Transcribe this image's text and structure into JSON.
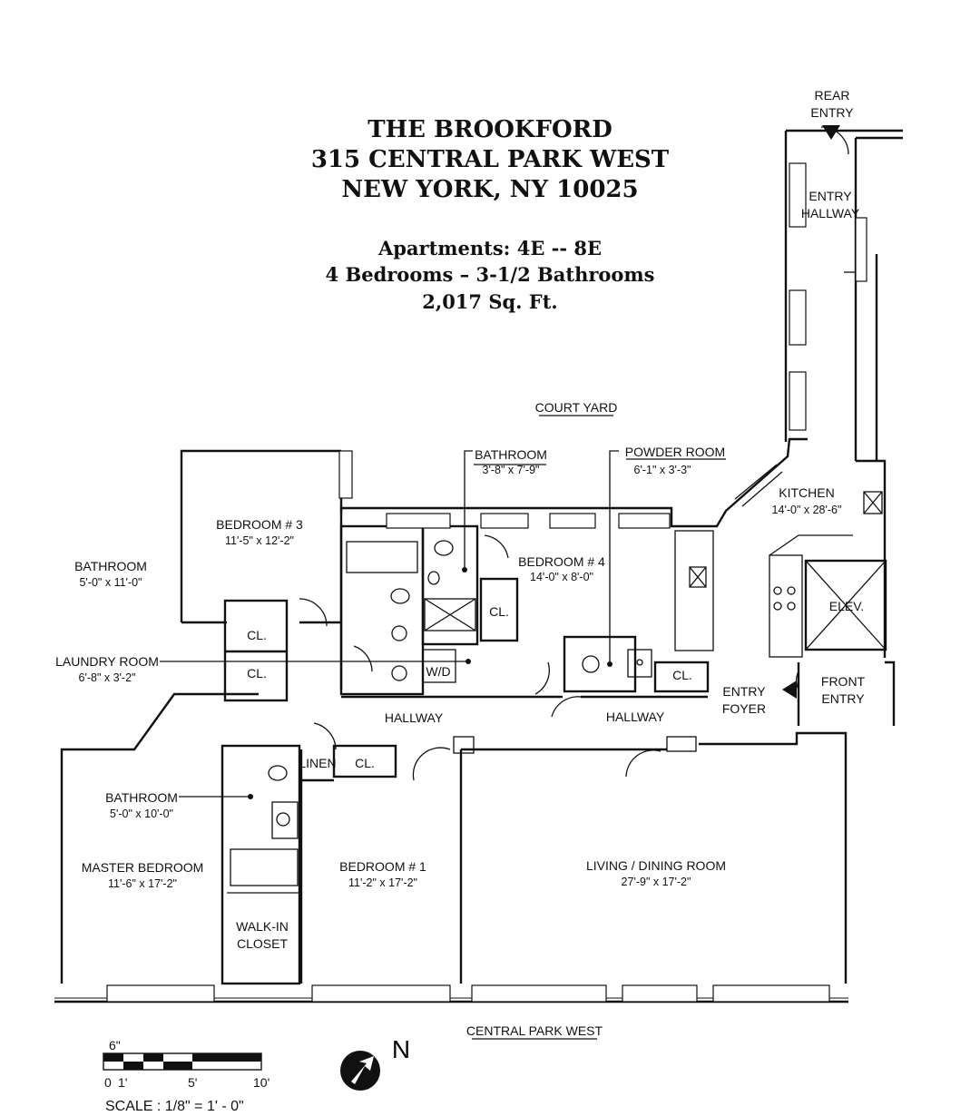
{
  "header": {
    "building_name": "THE BROOKFORD",
    "address_line1": "315 CENTRAL PARK WEST",
    "address_line2": "NEW YORK, NY 10025",
    "apartments": "Apartments: 4E -- 8E",
    "bed_bath": "4 Bedrooms – 3-1/2 Bathrooms",
    "area": "2,017 Sq. Ft."
  },
  "rooms": {
    "bedroom3": {
      "name": "BEDROOM # 3",
      "dims": "11'-5\" x 12'-2\""
    },
    "bathroom_left": {
      "name": "BATHROOM",
      "dims": "5'-0\" x 11'-0\""
    },
    "laundry": {
      "name": "LAUNDRY ROOM",
      "dims": "6'-8\" x 3'-2\""
    },
    "bathroom_center": {
      "name": "BATHROOM",
      "dims": "3'-8\" x 7'-9\""
    },
    "powder": {
      "name": "POWDER ROOM",
      "dims": "6'-1\" x 3'-3\""
    },
    "bedroom4": {
      "name": "BEDROOM # 4",
      "dims": "14'-0\" x 8'-0\""
    },
    "kitchen": {
      "name": "KITCHEN",
      "dims": "14'-0\" x 28'-6\""
    },
    "bathroom_master": {
      "name": "BATHROOM",
      "dims": "5'-0\" x 10'-0\""
    },
    "master": {
      "name": "MASTER BEDROOM",
      "dims": "11'-6\" x 17'-2\""
    },
    "bedroom1": {
      "name": "BEDROOM # 1",
      "dims": "11'-2\" x 17'-2\""
    },
    "living": {
      "name": "LIVING / DINING ROOM",
      "dims": "27'-9\" x 17'-2\""
    }
  },
  "labels": {
    "court_yard": "COURT YARD",
    "rear_entry_1": "REAR",
    "rear_entry_2": "ENTRY",
    "entry_hallway_1": "ENTRY",
    "entry_hallway_2": "HALLWAY",
    "closet": "CL.",
    "walk_in_1": "WALK-IN",
    "walk_in_2": "CLOSET",
    "linen": "LINEN",
    "wd": "W/D",
    "hallway": "HALLWAY",
    "entry_foyer_1": "ENTRY",
    "entry_foyer_2": "FOYER",
    "front_entry_1": "FRONT",
    "front_entry_2": "ENTRY",
    "elevator": "ELEV.",
    "central_park_west": "CENTRAL PARK WEST",
    "north": "N"
  },
  "scale": {
    "six_inch": "6\"",
    "t0": "0",
    "t1": "1'",
    "t5": "5'",
    "t10": "10'",
    "caption": "SCALE : 1/8\" = 1' - 0\""
  }
}
